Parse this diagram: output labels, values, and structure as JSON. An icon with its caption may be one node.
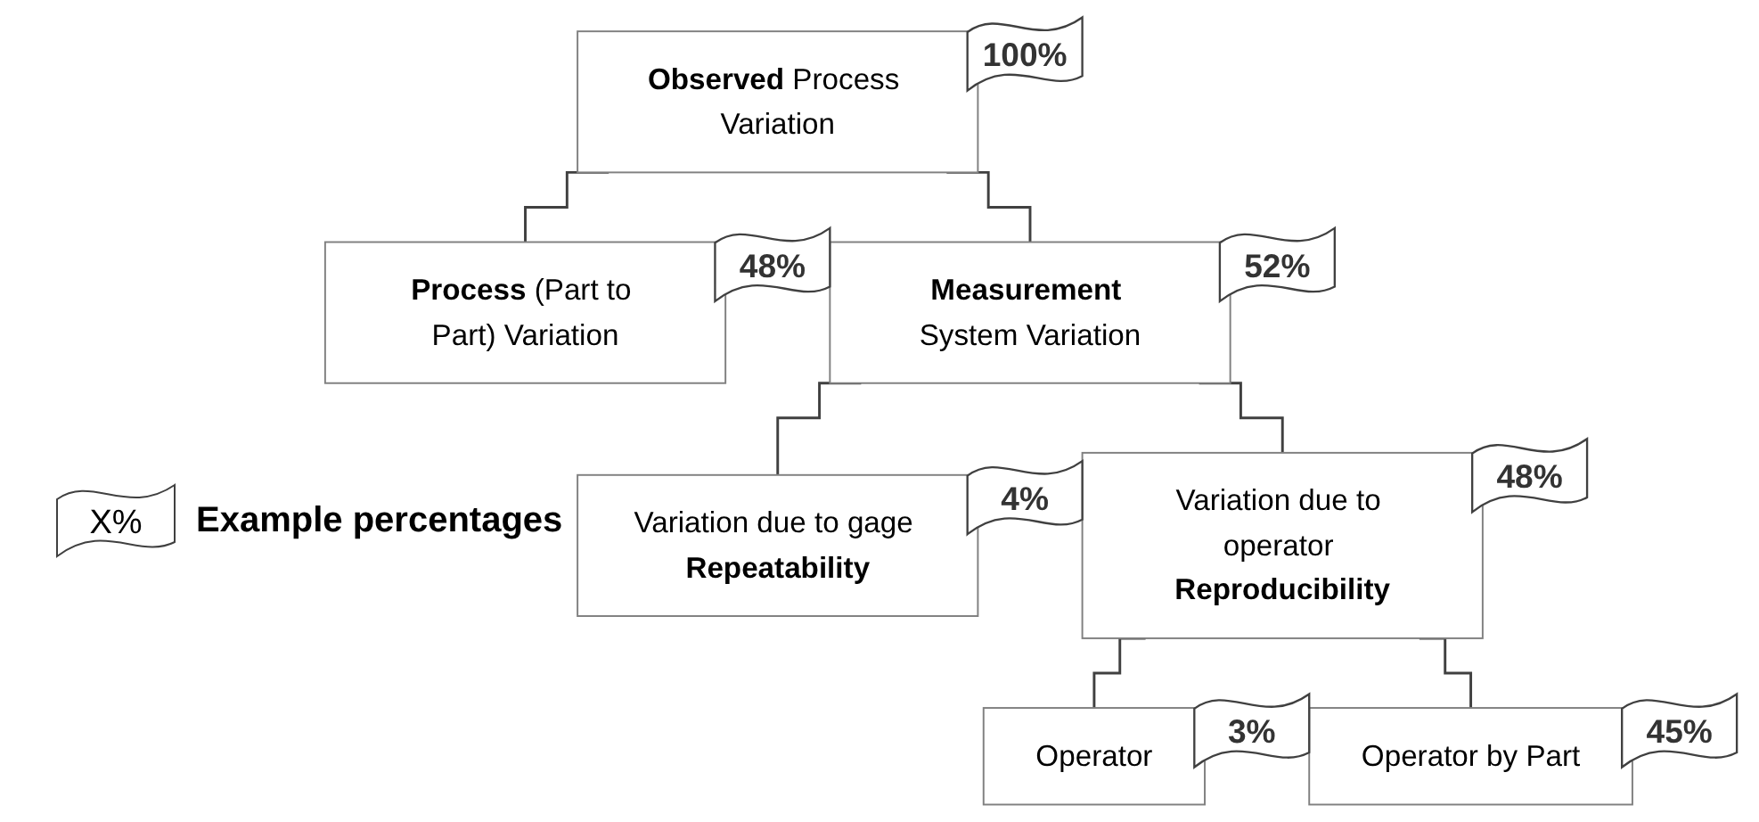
{
  "diagram": {
    "nodes": [
      {
        "text": [
          "**Observed** Process Variation"
        ],
        "beside": [
          "100%"
        ]
      },
      {
        "text": [
          "**Process** (Part to Part) Variation"
        ],
        "beside": [
          "48%"
        ]
      },
      {
        "text": [
          "**Measurement** System Variation"
        ],
        "beside": [
          "52%"
        ]
      },
      {
        "text": [
          "Variation due to gage **Repeatability**"
        ],
        "beside": [
          "4%"
        ]
      },
      {
        "text": [
          "Variation due to operator **Reproducibility**"
        ],
        "beside": [
          "48%"
        ]
      },
      {
        "text": [
          "Operator"
        ],
        "beside": [
          "3%"
        ]
      },
      {
        "text": [
          "Operator by Part"
        ],
        "beside": [
          "45%"
        ]
      }
    ],
    "edges": [
      {
        "from": 0,
        "to": 1,
        "arrow": "none"
      },
      {
        "from": 0,
        "to": 2,
        "arrow": "none"
      },
      {
        "from": 2,
        "to": 3,
        "arrow": "none"
      },
      {
        "from": 2,
        "to": 4,
        "arrow": "none"
      },
      {
        "from": 4,
        "to": 5,
        "arrow": "none"
      },
      {
        "from": 4,
        "to": 6,
        "arrow": "none"
      }
    ],
    "labels": [
      "X%"
    ],
    "legend": [
      {
        "text": "Example percentages"
      }
    ]
  }
}
